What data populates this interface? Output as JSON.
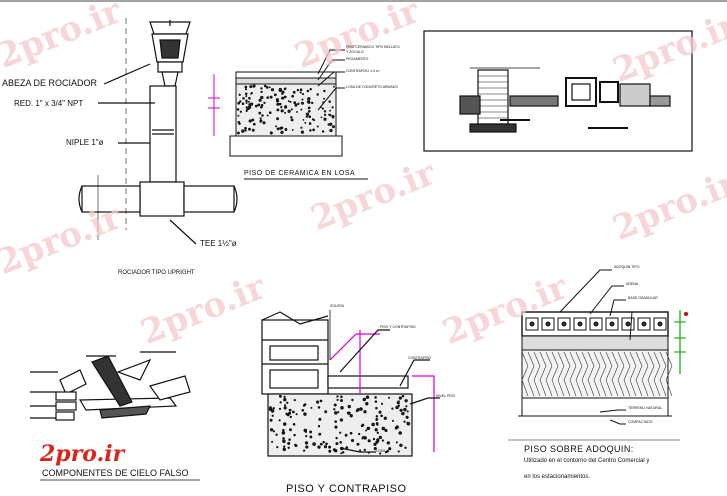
{
  "watermark": "2pro.ir",
  "logo_text": "2pro.ir",
  "sprinkler": {
    "head_label": "ABEZA DE ROCIADOR",
    "reduction_label": "RED. 1\" x 3/4\" NPT",
    "nipple_label": "NIPLE 1\"ø",
    "tee_label": "TEE 1½\"ø",
    "title": "ROCIADOR TIPO UPRIGHT"
  },
  "ceramic_floor": {
    "title": "PISO DE CERAMICA EN LOSA",
    "notes": [
      "PISO CERAMICO TIPO BELLATO",
      "Y ZOCALO",
      "PEGAMENTO",
      "CONTRAPISO 1:4 e=",
      "LOSA DE CONCRETO ARMADO"
    ]
  },
  "ceiling": {
    "title": "COMPONENTES DE CIELO FALSO"
  },
  "subfloor": {
    "title": "PISO Y CONTRAPISO",
    "notes": [
      "SOLERA",
      "PISO Y CONTRAPISO",
      "CONTRAPISO",
      "NIVEL PISO",
      "LOSA"
    ]
  },
  "paver": {
    "title": "PISO SOBRE ADOQUIN:",
    "subtitle_line1": "Utilizado en el contorno del Centro Comercial y",
    "subtitle_line2": "en los estacionamientos.",
    "notes": [
      "ADOQUIN TIPO",
      "ARENA",
      "BASE GRANULAR",
      "TERRENO NATURAL",
      "COMPACTADO"
    ]
  }
}
